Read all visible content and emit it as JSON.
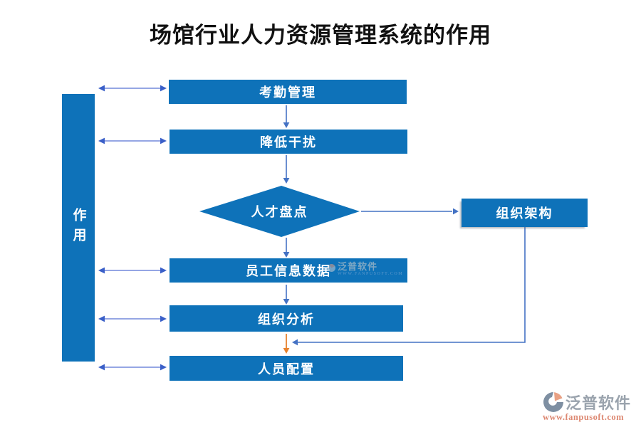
{
  "title": "场馆行业人力资源管理系统的作用",
  "sidebar": {
    "label": "作用"
  },
  "flow": {
    "boxes": [
      {
        "label": "考勤管理"
      },
      {
        "label": "降低干扰"
      },
      {
        "label": "员工信息数据"
      },
      {
        "label": "组织分析"
      },
      {
        "label": "人员配置"
      },
      {
        "label": "组织架构"
      }
    ],
    "diamond": {
      "label": "人才盘点"
    }
  },
  "watermark": {
    "text": "泛普软件",
    "caption": "WWW.FANPUSOFT.COM"
  },
  "footer": {
    "brand": "泛普软件",
    "url": "www.fanpusoft.com"
  },
  "colors": {
    "box-blue": "#0e72b9",
    "arrow-blue": "#4472c4",
    "double-arrow-line": "#7288dc",
    "double-arrow-head": "#3a5fc8",
    "arrow-orange": "#e8822d",
    "title-color": "#111111",
    "brand-gray": "#9aa3ad",
    "brand-salmon": "#dd8872"
  }
}
